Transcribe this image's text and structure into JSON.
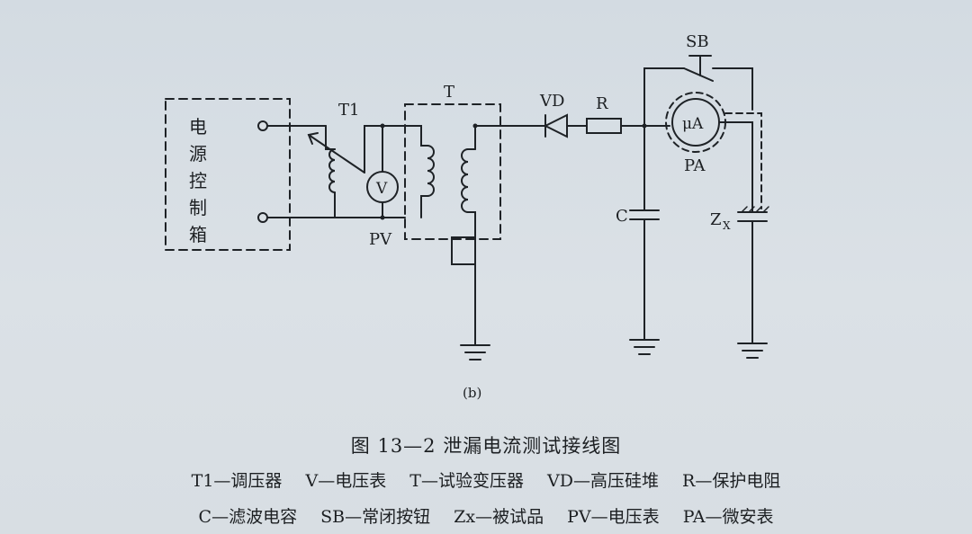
{
  "diagram": {
    "sub_label": "(b)",
    "box_label": [
      "电",
      "源",
      "控",
      "制",
      "箱"
    ],
    "labels": {
      "T1": "T1",
      "T": "T",
      "VD": "VD",
      "R": "R",
      "SB": "SB",
      "PA": "PA",
      "PV": "PV",
      "C": "C",
      "Zx": "Z",
      "Zx_sub": "X",
      "voltmeter": "V",
      "ammeter": "μA"
    },
    "caption": "图 13—2   泄漏电流测试接线图",
    "legend": [
      [
        "T1—调压器",
        "V—电压表",
        "T—试验变压器",
        "VD—高压硅堆",
        "R—保护电阻"
      ],
      [
        "C—滤波电容",
        "SB—常闭按钮",
        "Zx—被试品",
        "PV—电压表",
        "PA—微安表"
      ]
    ]
  }
}
